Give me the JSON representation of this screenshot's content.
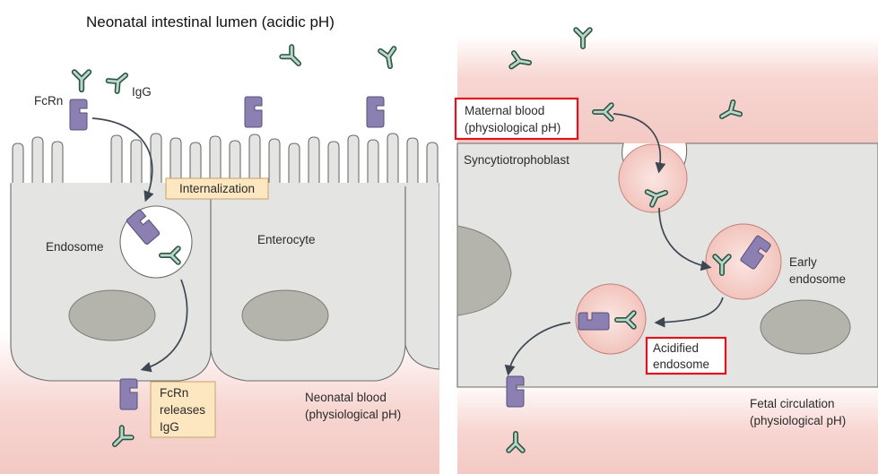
{
  "title": "Neonatal intestinal lumen (acidic pH)",
  "left_panel": {
    "fcrn_label": "FcRn",
    "igg_label": "IgG",
    "internalization_label": "Internalization",
    "endosome_label": "Endosome",
    "enterocyte_label": "Enterocyte",
    "release_label": [
      "FcRn",
      "releases",
      "IgG"
    ],
    "neonatal_blood_label": [
      "Neonatal blood",
      "(physiological pH)"
    ]
  },
  "right_panel": {
    "maternal_blood_label": [
      "Maternal blood",
      "(physiological pH)"
    ],
    "syncytiotrophoblast_label": "Syncytiotrophoblast",
    "early_endosome_label": [
      "Early",
      "endosome"
    ],
    "acidified_endosome_label": [
      "Acidified",
      "endosome"
    ],
    "fetal_circulation_label": [
      "Fetal circulation",
      "(physiological pH)"
    ]
  },
  "colors": {
    "fcrn": "#8c80b2",
    "igg": "#6f9e88",
    "endosome_pink": "#f6cfc8",
    "highlight_box": "#e0141e",
    "note_box": "#fde7c1"
  }
}
